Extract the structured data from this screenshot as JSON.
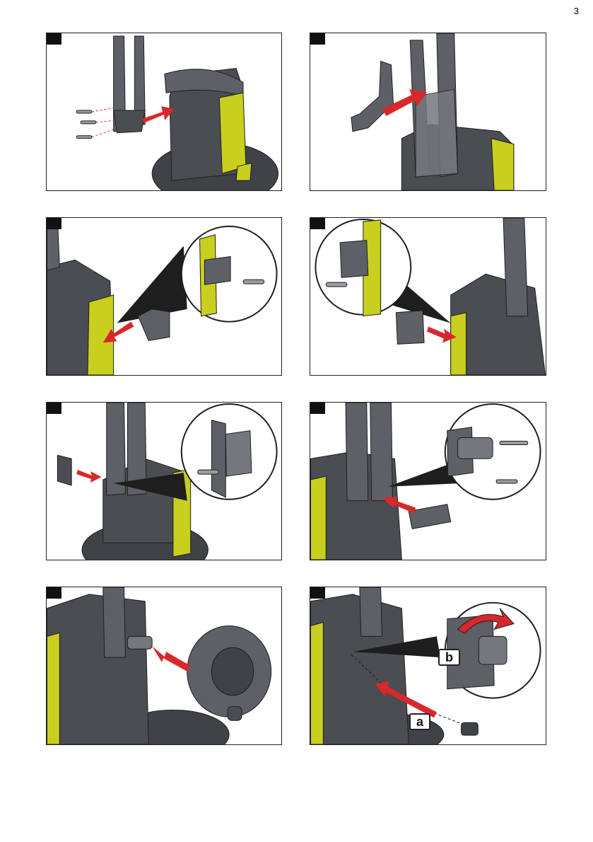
{
  "page": {
    "number": "3"
  },
  "steps": [
    {
      "id": 1,
      "illustration": "attach-handle-with-screws-icon"
    },
    {
      "id": 2,
      "illustration": "attach-holder-to-handle-icon"
    },
    {
      "id": 3,
      "illustration": "attach-side-clip-right-icon"
    },
    {
      "id": 4,
      "illustration": "attach-side-clip-left-icon"
    },
    {
      "id": 5,
      "illustration": "attach-front-clip-icon"
    },
    {
      "id": 6,
      "illustration": "attach-hose-reel-mount-icon"
    },
    {
      "id": 7,
      "illustration": "mount-hose-reel-icon"
    },
    {
      "id": 8,
      "illustration": "attach-water-connector-icon"
    }
  ],
  "callouts": {
    "a": "a",
    "b": "b"
  },
  "colors": {
    "body_dark": "#4a4d52",
    "body_mid": "#5d6066",
    "body_light": "#74777d",
    "accent_yellow": "#c8cf1e",
    "arrow_red": "#d8282b",
    "outline": "#1e1e1e"
  }
}
